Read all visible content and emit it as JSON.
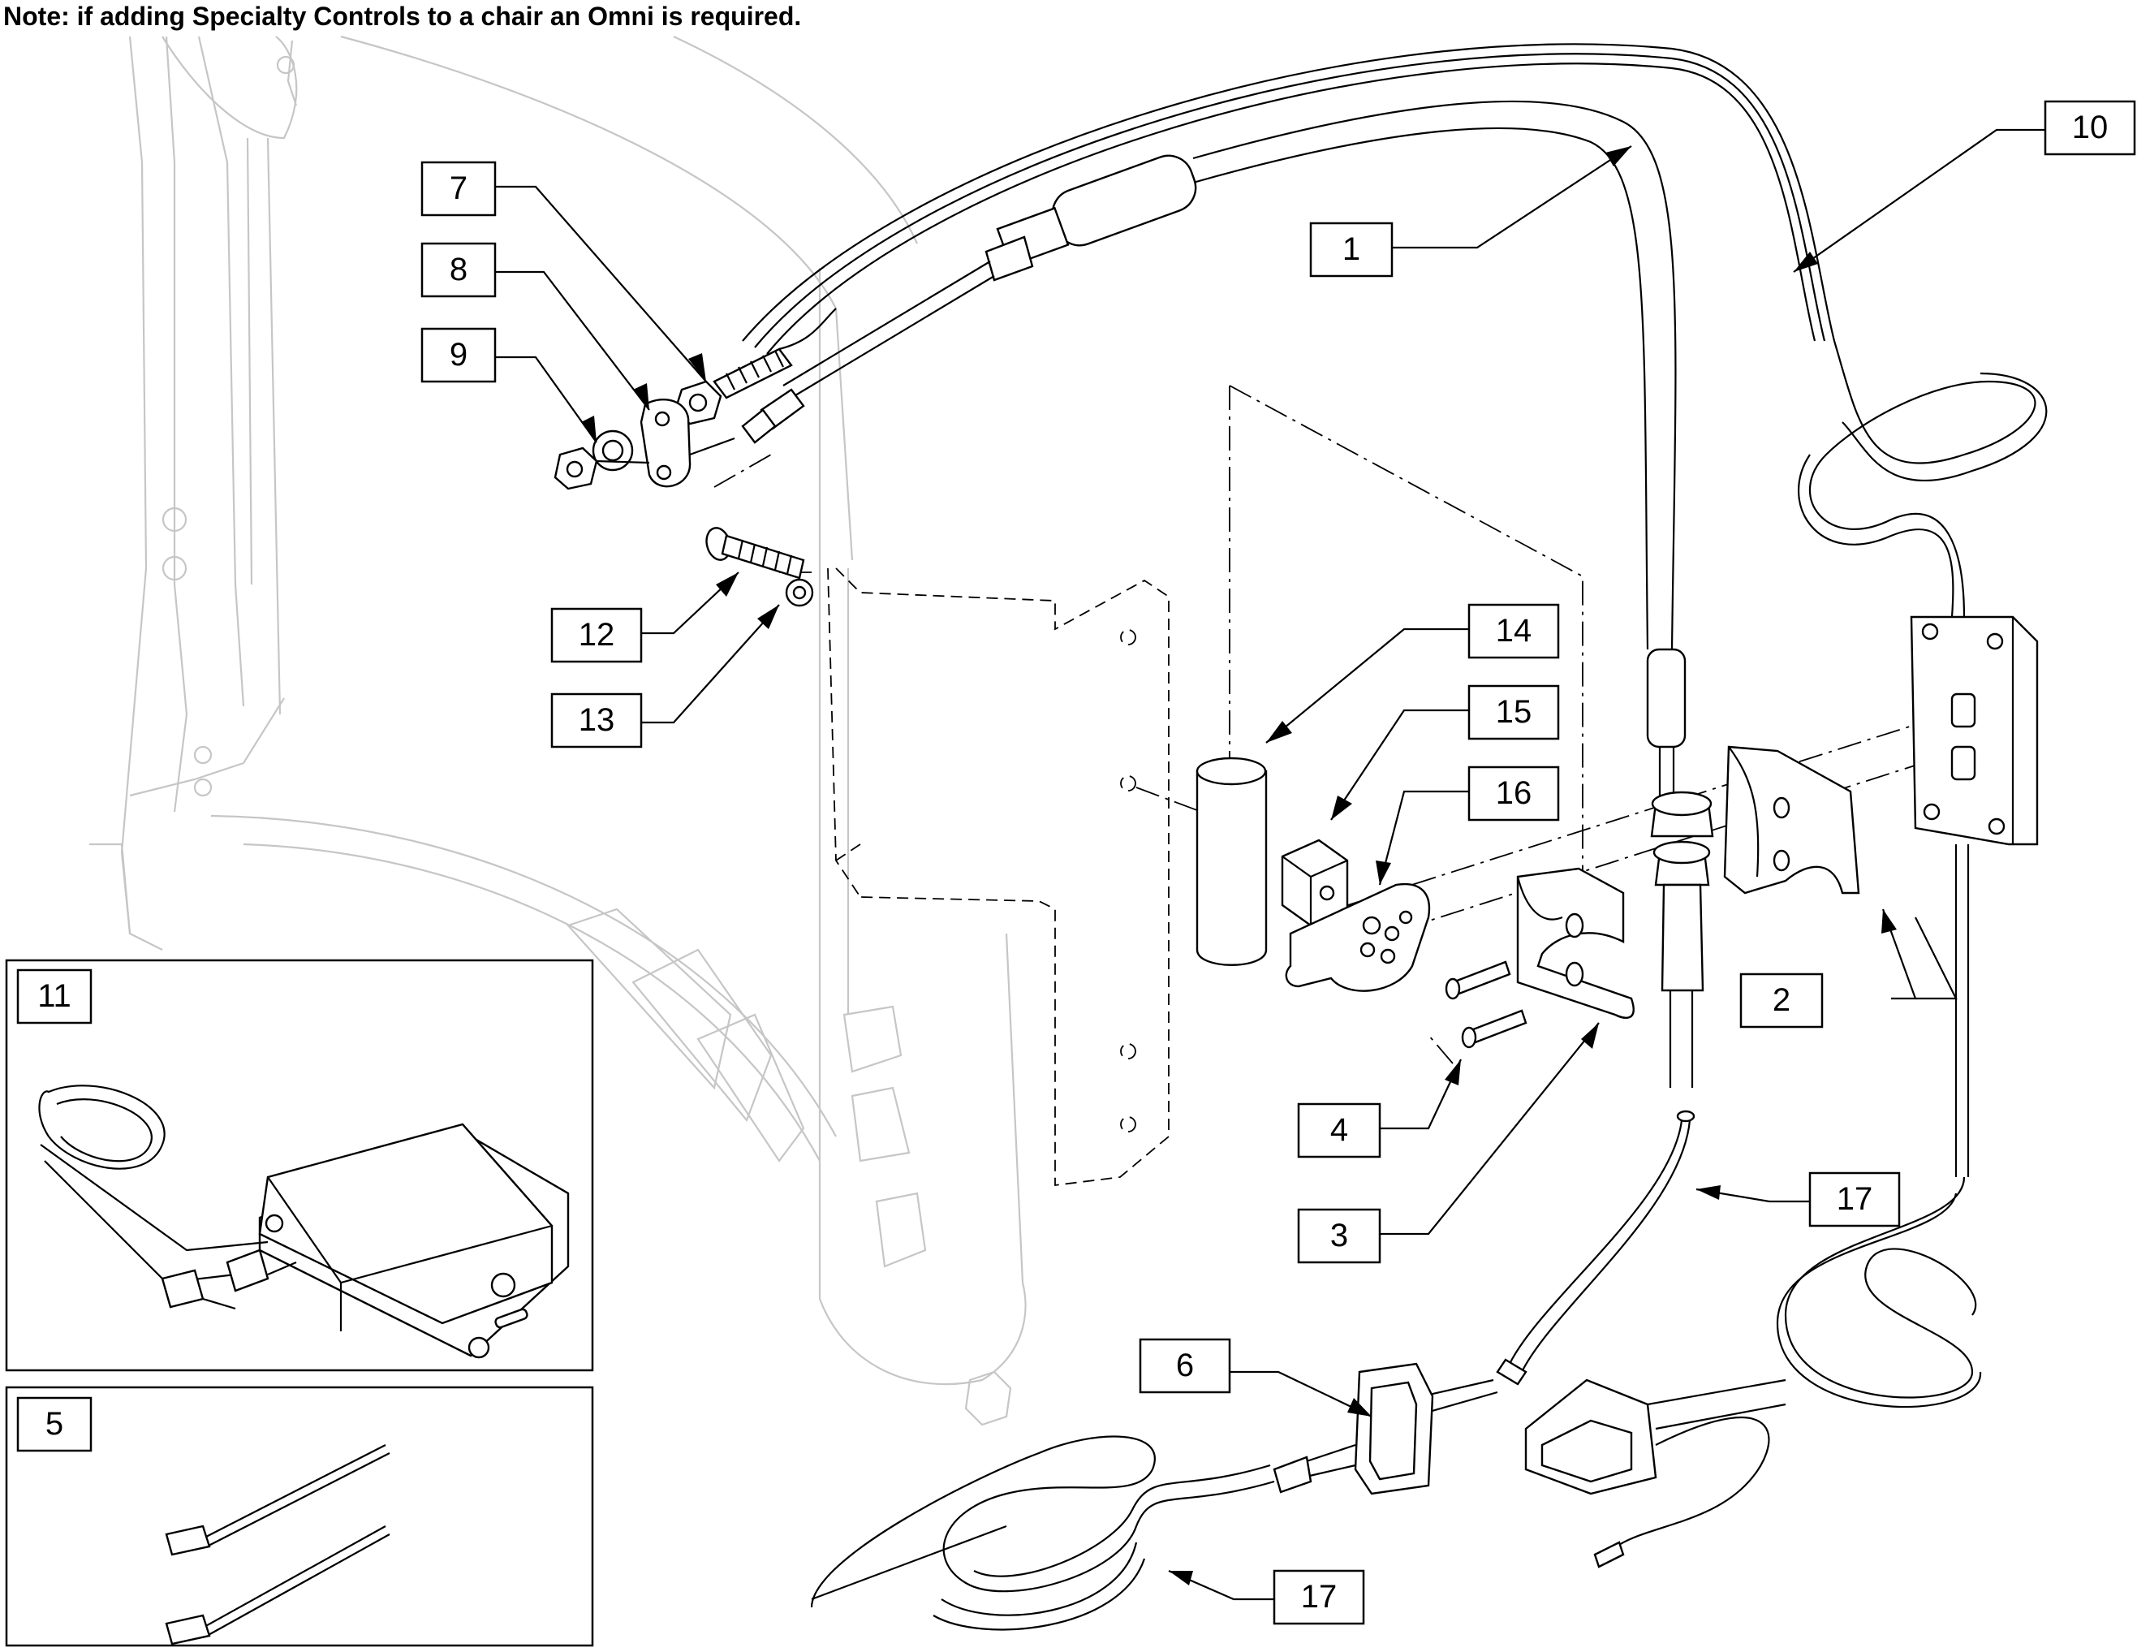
{
  "note": "Note: if adding Specialty Controls to a chair an Omni is required.",
  "callouts": [
    {
      "id": "c1",
      "label": "1"
    },
    {
      "id": "c2",
      "label": "2"
    },
    {
      "id": "c3",
      "label": "3"
    },
    {
      "id": "c4",
      "label": "4"
    },
    {
      "id": "c5",
      "label": "5"
    },
    {
      "id": "c6",
      "label": "6"
    },
    {
      "id": "c7",
      "label": "7"
    },
    {
      "id": "c8",
      "label": "8"
    },
    {
      "id": "c9",
      "label": "9"
    },
    {
      "id": "c10",
      "label": "10"
    },
    {
      "id": "c11",
      "label": "11"
    },
    {
      "id": "c12",
      "label": "12"
    },
    {
      "id": "c13",
      "label": "13"
    },
    {
      "id": "c14",
      "label": "14"
    },
    {
      "id": "c15",
      "label": "15"
    },
    {
      "id": "c16",
      "label": "16"
    },
    {
      "id": "c17a",
      "label": "17"
    },
    {
      "id": "c17b",
      "label": "17"
    }
  ]
}
